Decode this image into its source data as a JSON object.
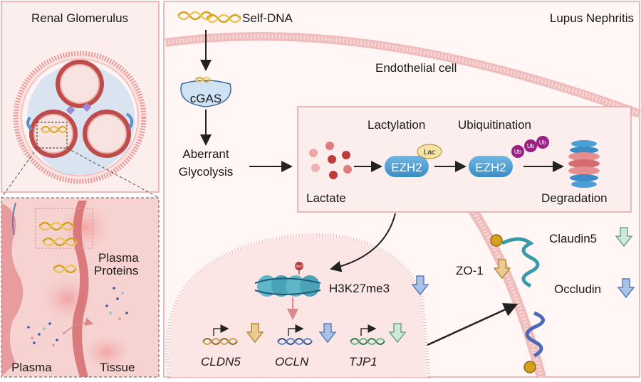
{
  "left_panel": {
    "title": "Renal Glomerulus",
    "plasma_proteins_line1": "Plasma",
    "plasma_proteins_line2": "Proteins",
    "plasma_label": "Plasma",
    "tissue_label": "Tissue"
  },
  "main_panel": {
    "self_dna": "Self-DNA",
    "disease": "Lupus Nephritis",
    "cell": "Endothelial cell",
    "cgas": "cGAS",
    "aberrant_line1": "Aberrant",
    "aberrant_line2": "Glycolysis",
    "lactylation": "Lactylation",
    "ubiquitination": "Ubiquitination",
    "lac_tag": "Lac",
    "ub_tag": "Ub",
    "ezh2_a": "EZH2",
    "ezh2_b": "EZH2",
    "lactate": "Lactate",
    "degradation": "Degradation",
    "me3_tag": "Me3",
    "h3k27me3": "H3K27me3",
    "claudin5": "Claudin5",
    "zo1": "ZO-1",
    "occludin": "Occludin",
    "genes": [
      "CLDN5",
      "OCLN",
      "TJP1"
    ]
  },
  "colors": {
    "panel_border": "#e6a6a3",
    "panel_fill": "#fbeeed",
    "ezh2": "#4a9fd6",
    "lactate": "#c23b3b",
    "dna_gold": "#d4a21a",
    "arrow_down_gold": "#c9963a",
    "arrow_down_blue": "#6a83c6",
    "arrow_down_green": "#8fc1a3",
    "ub": "#9c1f86"
  }
}
